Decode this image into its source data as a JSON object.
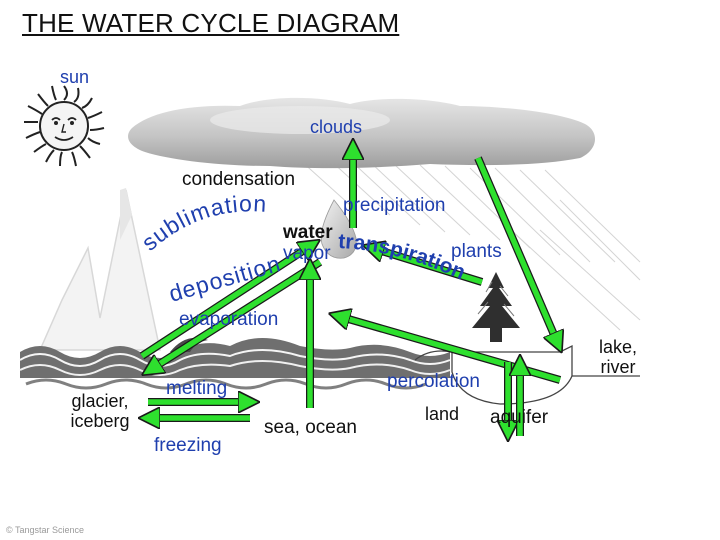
{
  "title": "THE WATER CYCLE DIAGRAM",
  "labels": {
    "sun": "sun",
    "clouds": "clouds",
    "condensation": "condensation",
    "precipitation": "precipitation",
    "sublimation": "sublimation",
    "deposition": "deposition",
    "water": "water",
    "vapor": "vapor",
    "transpiration": "transpiration",
    "plants": "plants",
    "evaporation": "evaporation",
    "lake_river": [
      "lake,",
      "river"
    ],
    "glacier_iceberg": [
      "glacier,",
      "iceberg"
    ],
    "melting": "melting",
    "freezing": "freezing",
    "sea_ocean": "sea, ocean",
    "percolation": "percolation",
    "land": "land",
    "aquifer": "aquifer"
  },
  "copyright": "© Tangstar Science",
  "colors": {
    "arrow": "#2ee02e",
    "arrow_outline": "#1a1a1a",
    "label_blue": "#1f3fae",
    "label_black": "#111111",
    "cloud": "#bdbdbd",
    "rain": "#cfcfcf"
  },
  "icons": [
    "sun-icon",
    "cloud-icon",
    "water-drop-icon",
    "pine-tree-icon",
    "mountain-icon",
    "waves-icon"
  ]
}
